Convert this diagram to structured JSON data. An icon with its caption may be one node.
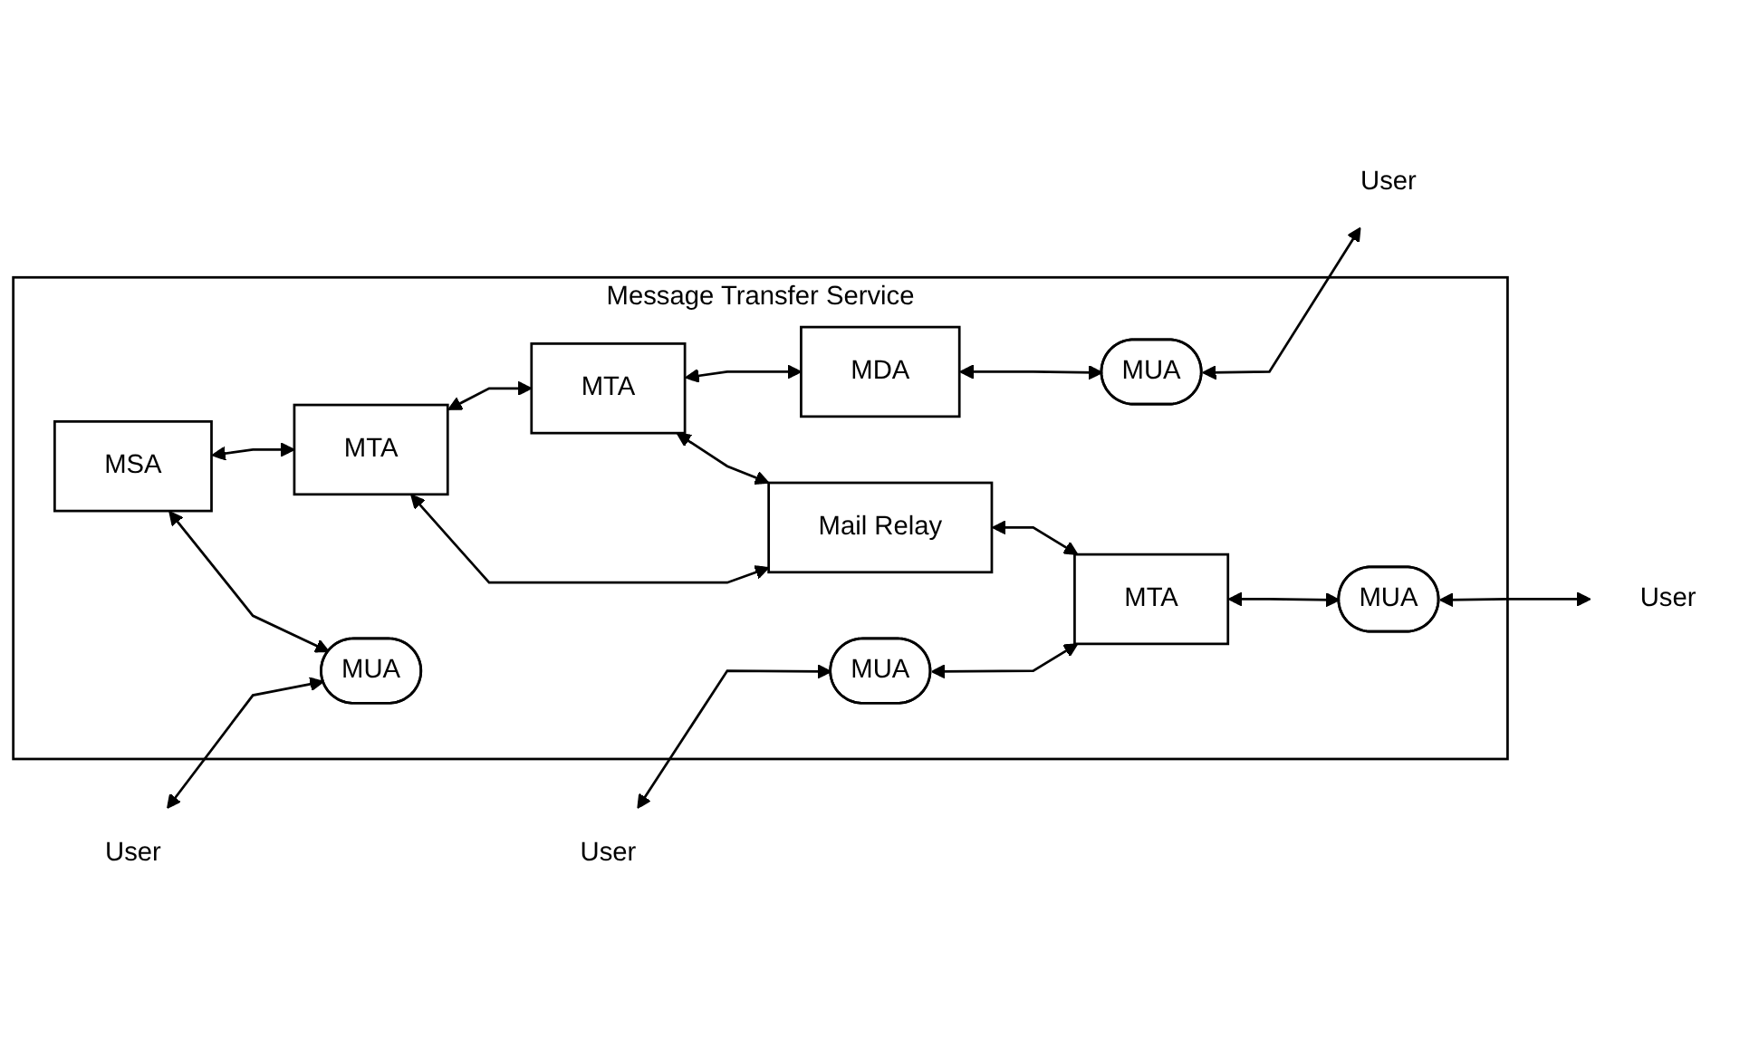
{
  "diagram": {
    "nodes": [
      {
        "text": [
          "Message Transfer Service"
        ]
      },
      {
        "text": [
          "MSA"
        ],
        "in": 0
      },
      {
        "text": [
          "MTA"
        ],
        "in": 0
      },
      {
        "text": [
          "MTA"
        ],
        "in": 0
      },
      {
        "text": [
          "MDA"
        ],
        "in": 0
      },
      {
        "text": [
          "User"
        ]
      },
      {
        "text": [
          "MUA"
        ],
        "in": 0
      },
      {
        "text": [
          "Mail Relay"
        ],
        "in": 0
      },
      {
        "text": [
          "MUA"
        ],
        "in": 0
      },
      {
        "text": [
          "User"
        ]
      },
      {
        "text": [
          "User"
        ]
      },
      {
        "text": [
          "MUA"
        ],
        "in": 0
      },
      {
        "text": [
          "MTA"
        ],
        "in": 0
      },
      {
        "text": [
          "MUA"
        ],
        "in": 0
      },
      {
        "text": [
          "User"
        ]
      }
    ],
    "edges": [
      {
        "from": 1,
        "to": 2,
        "arrow": "both"
      },
      {
        "from": 2,
        "to": 3,
        "arrow": "both"
      },
      {
        "from": 3,
        "to": 4,
        "arrow": "both"
      },
      {
        "from": 1,
        "to": 6,
        "arrow": "both"
      },
      {
        "from": 4,
        "to": 8,
        "arrow": "both"
      },
      {
        "from": 2,
        "to": 7,
        "arrow": "both"
      },
      {
        "from": 3,
        "to": 7,
        "arrow": "both"
      },
      {
        "from": 5,
        "to": 6,
        "arrow": "both"
      },
      {
        "from": 8,
        "to": 9,
        "arrow": "both"
      },
      {
        "from": 7,
        "to": 12,
        "arrow": "both"
      },
      {
        "from": 10,
        "to": 11,
        "arrow": "both"
      },
      {
        "from": 11,
        "to": 12,
        "arrow": "both"
      },
      {
        "from": 12,
        "to": 13,
        "arrow": "both"
      },
      {
        "from": 13,
        "to": 14,
        "arrow": "both"
      }
    ]
  }
}
